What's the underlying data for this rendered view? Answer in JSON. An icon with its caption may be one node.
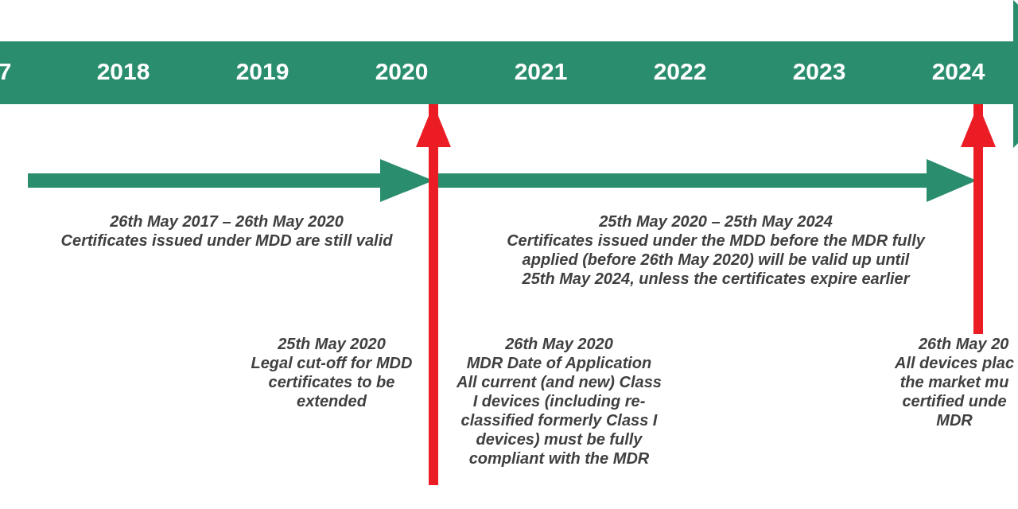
{
  "diagram": {
    "nodes": [
      {
        "text": [
          "7",
          "2018",
          "2019",
          "2020",
          "2021",
          "2022",
          "2023",
          "2024"
        ]
      },
      {
        "text": [
          "26th May 20",
          "All devices plac the market mu certified unde MDR"
        ]
      }
    ],
    "edges": [
      {
        "from": null,
        "to": 0,
        "arrow": "to"
      },
      {
        "from": 1,
        "to": 0,
        "arrow": "to"
      }
    ],
    "labels": [
      "26th May 2017 – 26th May 2020",
      "Certificates issued under MDD are still valid",
      "25th May 2020 – 25th May 2024",
      "Certificates issued under the MDD before the MDR fully applied (before 26th May 2020) will be valid up until 25th May 2024, unless the certificates expire earlier",
      "25th May 2020",
      "Legal cut-off for MDD certificates to be extended",
      "26th May 2020",
      "MDR Date of Application",
      "All current (and new) Class I devices (including re-classified formerly Class I devices) must be fully compliant with the MDR"
    ]
  }
}
